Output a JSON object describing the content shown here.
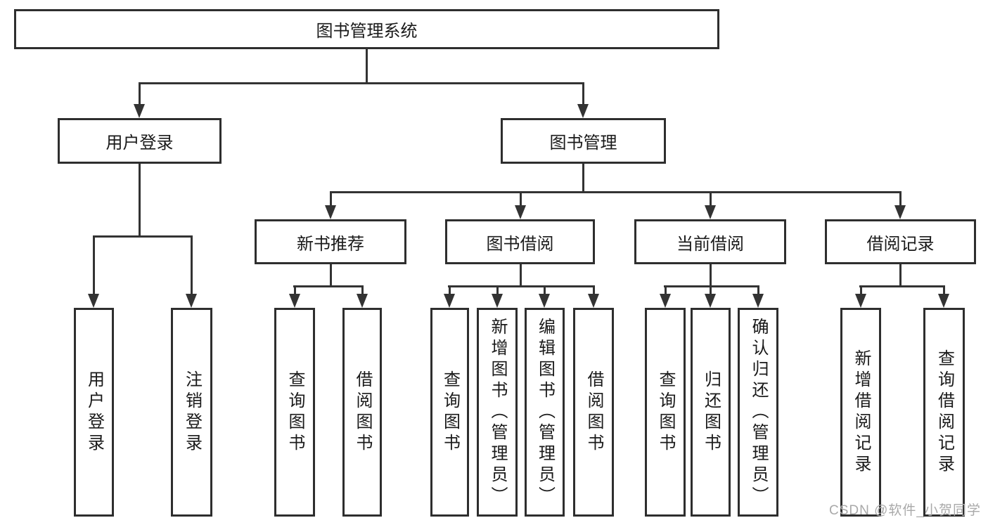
{
  "tree": {
    "root": {
      "label": "图书管理系统",
      "children": [
        {
          "label": "用户登录",
          "children": [
            {
              "label": "用户登录"
            },
            {
              "label": "注销登录"
            }
          ]
        },
        {
          "label": "图书管理",
          "children": [
            {
              "label": "新书推荐",
              "children": [
                {
                  "label": "查询图书"
                },
                {
                  "label": "借阅图书"
                }
              ]
            },
            {
              "label": "图书借阅",
              "children": [
                {
                  "label": "查询图书"
                },
                {
                  "label": "新增图书（管理员）"
                },
                {
                  "label": "编辑图书（管理员）"
                },
                {
                  "label": "借阅图书"
                }
              ]
            },
            {
              "label": "当前借阅",
              "children": [
                {
                  "label": "查询图书"
                },
                {
                  "label": "归还图书"
                },
                {
                  "label": "确认归还（管理员）"
                }
              ]
            },
            {
              "label": "借阅记录",
              "children": [
                {
                  "label": "新增借阅记录"
                },
                {
                  "label": "查询借阅记录"
                }
              ]
            }
          ]
        }
      ]
    }
  },
  "watermark": "CSDN @软件_小贺同学",
  "colors": {
    "background": "#ffffff",
    "box_border": "#2e2e2e",
    "line": "#333333",
    "text": "#1a1a1a",
    "watermark": "#a9a9a9"
  }
}
